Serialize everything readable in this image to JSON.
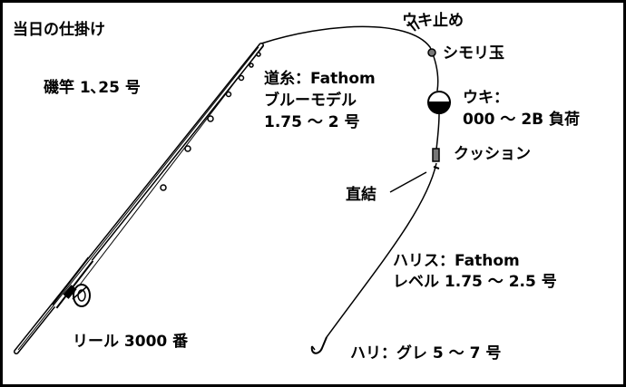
{
  "title": "当日の仕掛け",
  "rod_label": "磯竿 1､25 号",
  "float_stop_label": "ウキ止め",
  "shimori_label": "シモリ玉",
  "mainline": {
    "line1": "道糸：Fathom",
    "line2": "ブルーモデル",
    "line3": "1.75 ～ 2 号"
  },
  "float": {
    "line1": "ウキ：",
    "line2": "000 ～ 2B 負荷"
  },
  "cushion_label": "クッション",
  "direct_label": "直結",
  "leader": {
    "line1": "ハリス：Fathom",
    "line2": "レベル 1.75 ～ 2.5 号"
  },
  "reel_label": "リール 3000 番",
  "hook_label": "ハリ：グレ 5 ～ 7 号",
  "colors": {
    "line": "#000000",
    "float_top": "#ffffff",
    "float_bottom": "#000000",
    "bead": "#777777",
    "background": "#ffffff"
  }
}
